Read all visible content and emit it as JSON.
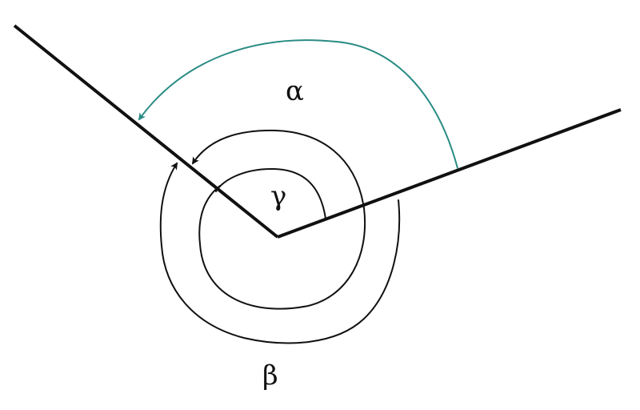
{
  "labels": {
    "alpha": "α",
    "beta": "β",
    "gamma": "γ"
  },
  "colors": {
    "rays": "#111111",
    "alpha_arc": "#2a8c84",
    "beta_arc": "#111111",
    "gamma_arc": "#111111",
    "text": "#111111"
  }
}
